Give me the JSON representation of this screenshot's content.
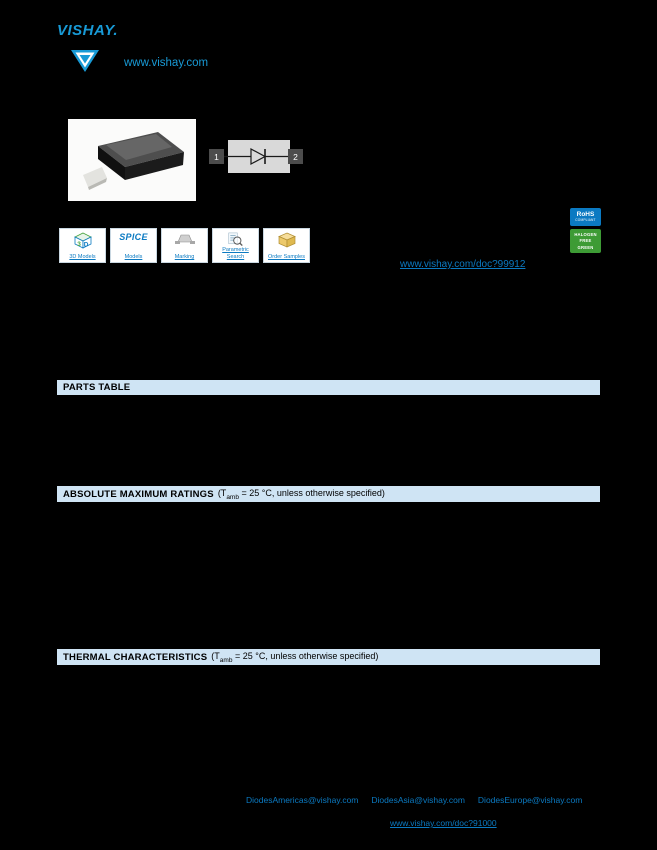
{
  "colors": {
    "page_bg": "#000000",
    "vishay_blue": "#189ad6",
    "link_blue": "#0b7ac2",
    "section_bar_bg": "#cfe4f4",
    "rohs_blue": "#0b7ac2",
    "green_badge": "#3d9b35"
  },
  "brand": {
    "logo_text": "VISHAY.",
    "website": "www.vishay.com"
  },
  "schematic": {
    "pin1": "1",
    "pin2": "2"
  },
  "design_tools": {
    "items": [
      {
        "label": "3D Models",
        "icon": "cube-3d-icon"
      },
      {
        "label": "Models",
        "logo_text": "SPICE",
        "icon": "spice-logo"
      },
      {
        "label": "Marking",
        "icon": "package-marking-icon"
      },
      {
        "label": "Parametric Search",
        "icon": "magnifier-icon"
      },
      {
        "label": "Order Samples",
        "icon": "sample-box-icon"
      }
    ]
  },
  "compliance": {
    "rohs_line1": "RoHS",
    "rohs_line2": "COMPLIANT",
    "green_line1": "HALOGEN",
    "green_line2": "FREE",
    "green_line3": "GREEN"
  },
  "links": {
    "material_categorization": "www.vishay.com/doc?99912"
  },
  "sections": {
    "parts_table": {
      "title": "PARTS TABLE"
    },
    "abs_max": {
      "title": "ABSOLUTE MAXIMUM RATINGS",
      "cond_pre": "(T",
      "cond_sub": "amb",
      "cond_post": " = 25 °C, unless otherwise specified)"
    },
    "thermal": {
      "title": "THERMAL CHARACTERISTICS",
      "cond_pre": "(T",
      "cond_sub": "amb",
      "cond_post": " = 25 °C, unless otherwise specified)"
    }
  },
  "footer": {
    "emails": [
      "DiodesAmericas@vishay.com",
      "DiodesAsia@vishay.com",
      "DiodesEurope@vishay.com"
    ],
    "disclaimer_link": "www.vishay.com/doc?91000"
  }
}
